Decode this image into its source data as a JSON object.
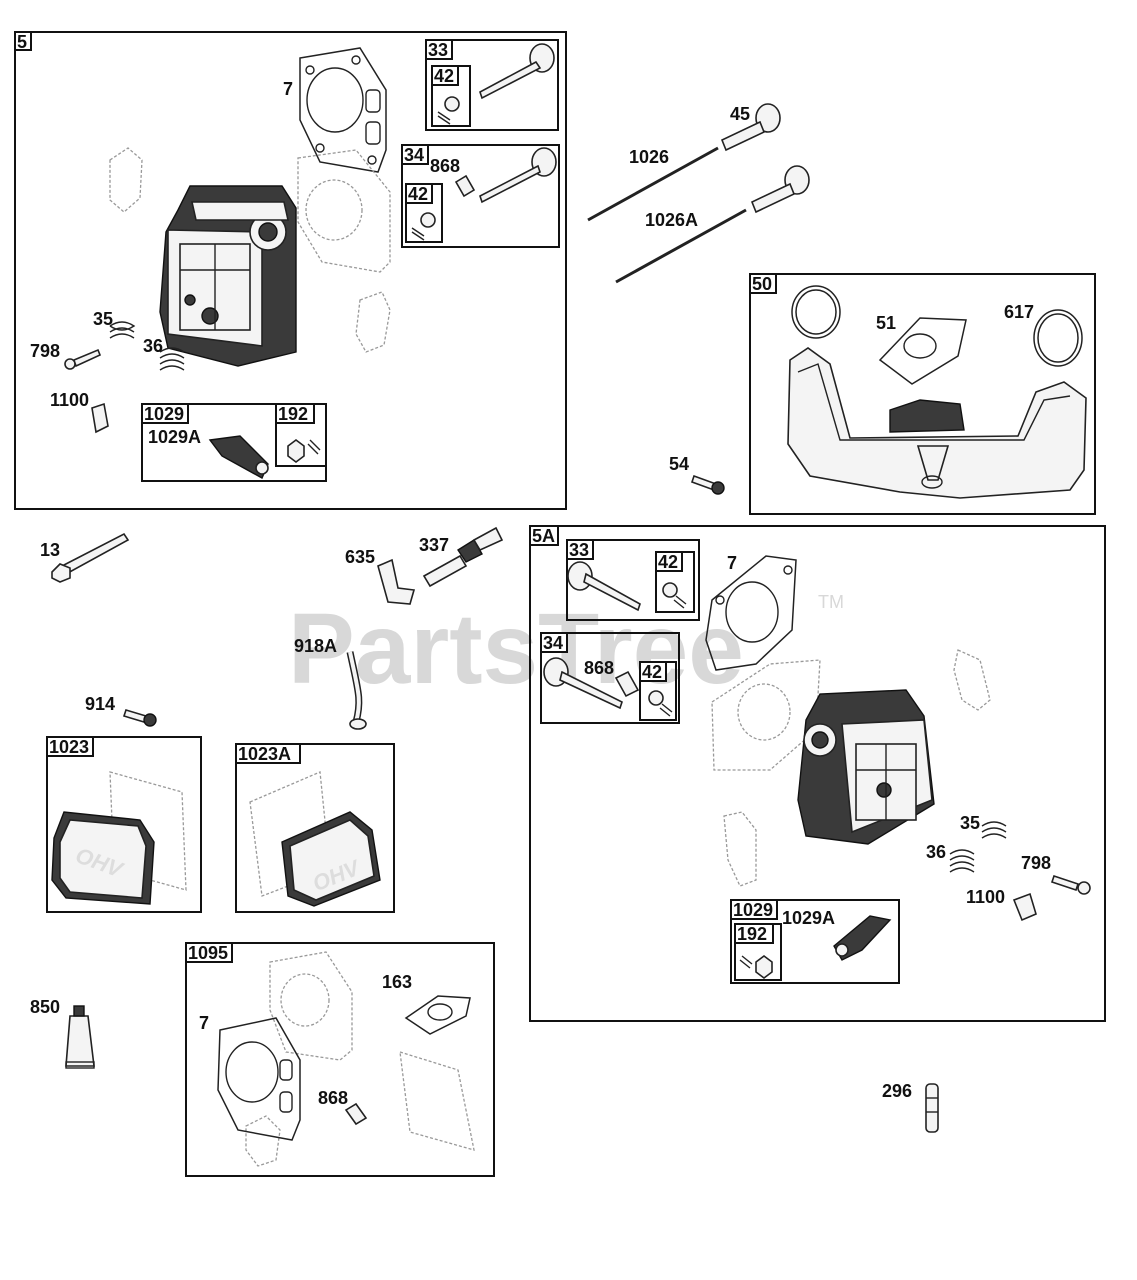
{
  "watermark": {
    "text": "PartsTree",
    "tm": "TM"
  },
  "groups": {
    "g5": "5",
    "g33a": "33",
    "g42a": "42",
    "g34a": "34",
    "g42b": "42",
    "g1029a": "1029",
    "g192a": "192",
    "g50": "50",
    "g5A": "5A",
    "g33b": "33",
    "g42c": "42",
    "g34b": "34",
    "g42d": "42",
    "g1029b": "1029",
    "g192b": "192",
    "g1023": "1023",
    "g1023A": "1023A",
    "g1095": "1095"
  },
  "labels": {
    "l7a": "7",
    "l868a": "868",
    "l35a": "35",
    "l798a": "798",
    "l36a": "36",
    "l1100a": "1100",
    "l1029Aa": "1029A",
    "l45": "45",
    "l1026": "1026",
    "l1026A": "1026A",
    "l51": "51",
    "l617": "617",
    "l54": "54",
    "l13": "13",
    "l635": "635",
    "l337": "337",
    "l918A": "918A",
    "l914": "914",
    "l7b": "7",
    "l868b": "868",
    "l35b": "35",
    "l36b": "36",
    "l798b": "798",
    "l1100b": "1100",
    "l1029Ab": "1029A",
    "l850": "850",
    "l7c": "7",
    "l163": "163",
    "l868c": "868",
    "l296": "296"
  },
  "cover_text": "OHV",
  "colors": {
    "line": "#111111",
    "watermark": "#d8d8d8",
    "dark_part": "#3a3a3a"
  }
}
